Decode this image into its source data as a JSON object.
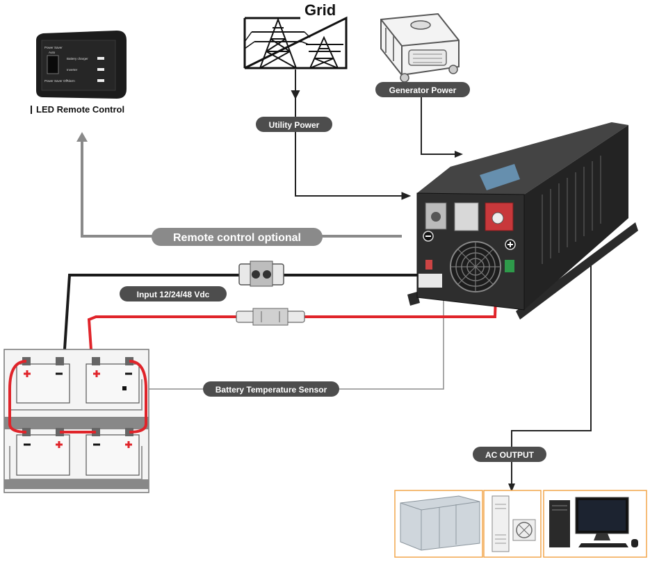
{
  "labels": {
    "grid": "Grid",
    "generator_power": "Generator Power",
    "utility_power": "Utility Power",
    "led_remote_control": "LED Remote Control",
    "remote_control_optional": "Remote control optional",
    "input_vdc": "Input 12/24/48 Vdc",
    "battery_temperature_sensor": "Battery Temperature Sensor",
    "ac_output": "AC OUTPUT"
  },
  "remote_screen": {
    "power_saver": "Power Saver",
    "auto": "Auto",
    "battery_charger": "Battery charger",
    "inverter": "Inverter",
    "power_saver_off": "Power Saver Off",
    "alarm": "Alarm"
  },
  "colors": {
    "pill": "#4d4d4d",
    "remote_pill": "#8a8a8a",
    "positive_cable": "#e0242a",
    "negative_cable": "#1a1a1a",
    "sensor_wire": "#8c8c8c",
    "inverter_body": "#2e2e2e",
    "load_frame": "#f2a64b"
  },
  "icons": [
    "transmission-tower-icon",
    "generator-icon",
    "fan-icon",
    "fuse-icon",
    "battery-icon",
    "computer-icon",
    "air-conditioner-icon",
    "server-cabinet-icon"
  ]
}
